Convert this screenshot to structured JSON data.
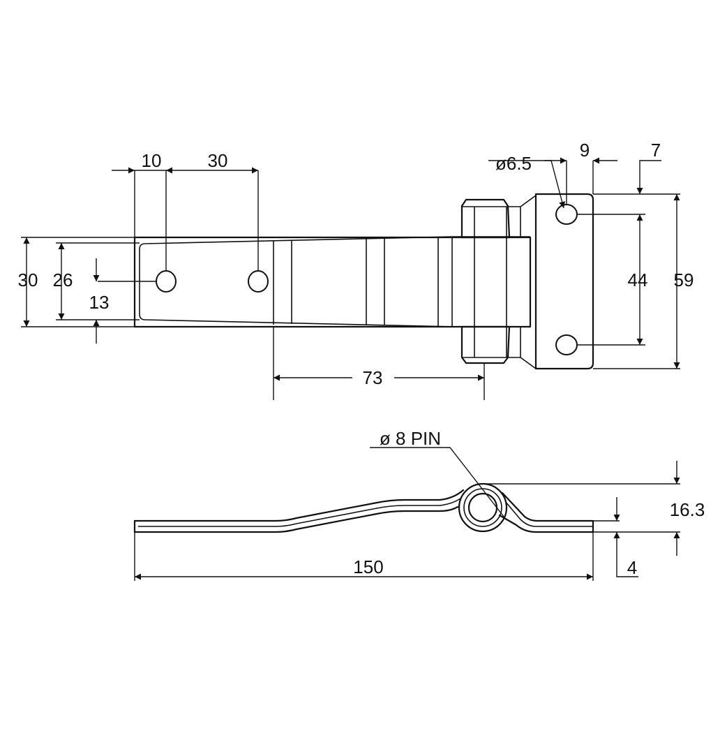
{
  "drawing": {
    "top_view": {
      "dims": {
        "d10": "10",
        "d30_spacing": "30",
        "d30_height": "30",
        "d26": "26",
        "d13": "13",
        "d73": "73",
        "hole_dia": "ø6.5",
        "d9": "9",
        "d7": "7",
        "d44": "44",
        "d59": "59"
      }
    },
    "side_view": {
      "pin_label": "ø 8 PIN",
      "dims": {
        "d150": "150",
        "d16_3": "16.3",
        "d4": "4"
      }
    },
    "colors": {
      "line": "#111111",
      "background": "#ffffff"
    }
  }
}
